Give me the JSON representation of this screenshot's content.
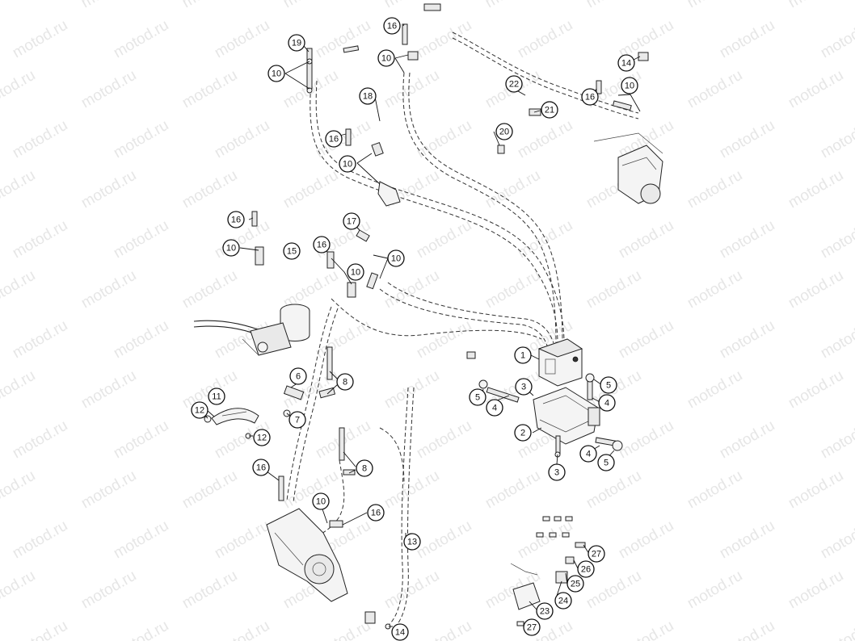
{
  "watermark": {
    "text": "motod.ru"
  },
  "callouts": [
    {
      "id": "c1",
      "label": "1"
    },
    {
      "id": "c2",
      "label": "2"
    },
    {
      "id": "c3a",
      "label": "3"
    },
    {
      "id": "c3b",
      "label": "3"
    },
    {
      "id": "c4a",
      "label": "4"
    },
    {
      "id": "c4b",
      "label": "4"
    },
    {
      "id": "c4c",
      "label": "4"
    },
    {
      "id": "c5a",
      "label": "5"
    },
    {
      "id": "c5b",
      "label": "5"
    },
    {
      "id": "c5c",
      "label": "5"
    },
    {
      "id": "c6",
      "label": "6"
    },
    {
      "id": "c7",
      "label": "7"
    },
    {
      "id": "c8a",
      "label": "8"
    },
    {
      "id": "c8b",
      "label": "8"
    },
    {
      "id": "c10a",
      "label": "10"
    },
    {
      "id": "c10b",
      "label": "10"
    },
    {
      "id": "c10c",
      "label": "10"
    },
    {
      "id": "c10d",
      "label": "10"
    },
    {
      "id": "c10e",
      "label": "10"
    },
    {
      "id": "c10f",
      "label": "10"
    },
    {
      "id": "c10g",
      "label": "10"
    },
    {
      "id": "c10h",
      "label": "10"
    },
    {
      "id": "c11",
      "label": "11"
    },
    {
      "id": "c12a",
      "label": "12"
    },
    {
      "id": "c12b",
      "label": "12"
    },
    {
      "id": "c13",
      "label": "13"
    },
    {
      "id": "c14a",
      "label": "14"
    },
    {
      "id": "c14b",
      "label": "14"
    },
    {
      "id": "c15",
      "label": "15"
    },
    {
      "id": "c16a",
      "label": "16"
    },
    {
      "id": "c16b",
      "label": "16"
    },
    {
      "id": "c16c",
      "label": "16"
    },
    {
      "id": "c16d",
      "label": "16"
    },
    {
      "id": "c16e",
      "label": "16"
    },
    {
      "id": "c16f",
      "label": "16"
    },
    {
      "id": "c16g",
      "label": "16"
    },
    {
      "id": "c17",
      "label": "17"
    },
    {
      "id": "c18",
      "label": "18"
    },
    {
      "id": "c19",
      "label": "19"
    },
    {
      "id": "c20",
      "label": "20"
    },
    {
      "id": "c21",
      "label": "21"
    },
    {
      "id": "c22",
      "label": "22"
    },
    {
      "id": "c23",
      "label": "23"
    },
    {
      "id": "c24",
      "label": "24"
    },
    {
      "id": "c25",
      "label": "25"
    },
    {
      "id": "c26",
      "label": "26"
    },
    {
      "id": "c27a",
      "label": "27"
    },
    {
      "id": "c27b",
      "label": "27"
    }
  ]
}
